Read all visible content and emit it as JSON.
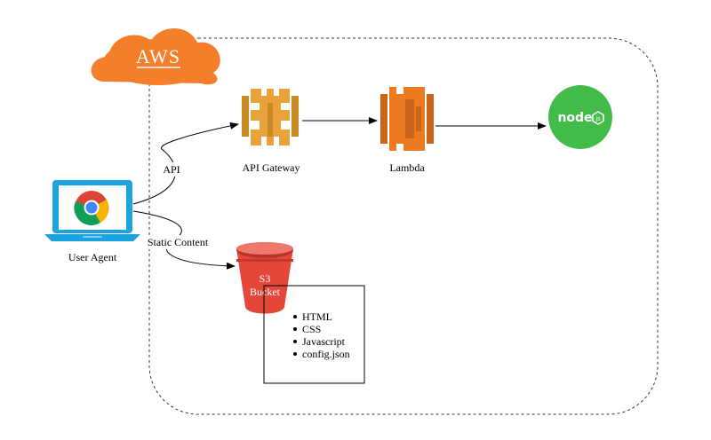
{
  "cloud": {
    "label": "AWS"
  },
  "nodes": {
    "user_agent": {
      "label": "User Agent"
    },
    "api_gateway": {
      "label": "API Gateway"
    },
    "lambda": {
      "label": "Lambda"
    },
    "nodejs": {
      "label": "node"
    },
    "s3": {
      "label_line1": "S3",
      "label_line2": "Bucket"
    }
  },
  "edges": {
    "api": {
      "label": "API"
    },
    "static_content": {
      "label": "Static Content"
    }
  },
  "s3_contents": [
    "HTML",
    "CSS",
    "Javascript",
    "config.json"
  ],
  "colors": {
    "aws_orange": "#F47E2A",
    "gateway_orange": "#E8A33A",
    "lambda_orange": "#EC7A21",
    "s3_red": "#E4473A",
    "node_green": "#43BB49",
    "laptop_blue": "#1AA3E0"
  }
}
